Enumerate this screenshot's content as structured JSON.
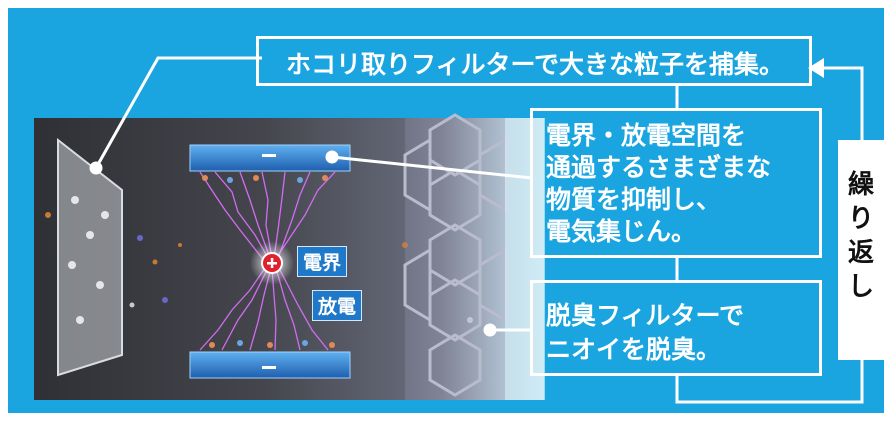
{
  "colors": {
    "background": "#1aa5e0",
    "scene_dark": "#3f4046",
    "accent_red": "#e0202a",
    "spark": "#d26cf0",
    "plate": "#2e7fd0"
  },
  "labels": {
    "top_filter": "ホコリ取りフィルターで大きな粒子を捕集。",
    "electric_discharge": [
      "電界・放電空間を",
      "通過するさまざまな",
      "物質を抑制し、",
      "電気集じん。"
    ],
    "deodorize": [
      "脱臭フィルターで",
      "ニオイを脱臭。"
    ],
    "repeat": [
      "繰",
      "り",
      "返",
      "し"
    ],
    "field_tag": "電界",
    "discharge_tag": "放電",
    "plus_sign": "+",
    "minus_sign": "−"
  },
  "icons": [
    "plus-charge-icon",
    "minus-charge-icon",
    "arrow-left-icon"
  ]
}
